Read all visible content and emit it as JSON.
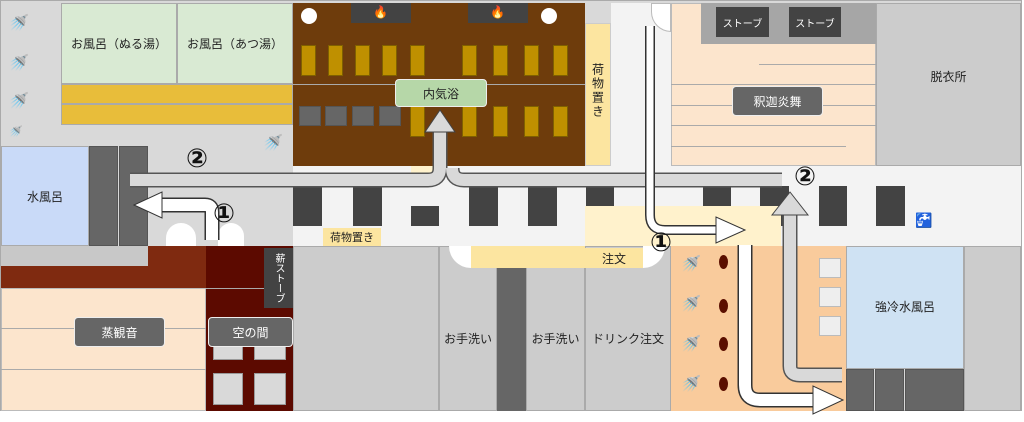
{
  "rooms": {
    "bath_lukewarm": "お風呂（ぬる湯）",
    "bath_hot": "お風呂（あつ湯）",
    "inner_rest": "内気浴",
    "luggage_vertical": "荷物置き",
    "stove1": "ストーブ",
    "stove2": "ストーブ",
    "sauna_shaka": "釈迦炎舞",
    "dressing_room": "脱衣所",
    "cold_bath": "水風呂",
    "luggage_horizontal": "荷物置き",
    "wood_stove": "薪ストーブ",
    "sauna_mushi": "蒸観音",
    "sora_room": "空の間",
    "toilet1": "お手洗い",
    "toilet2": "お手洗い",
    "drink_order": "ドリンク注文",
    "order": "注文",
    "strong_cold_bath": "強冷水風呂"
  },
  "route_labels": {
    "r1_left": "①",
    "r1_right": "①",
    "r2_left": "②",
    "r2_right": "②"
  },
  "colors": {
    "brown_room": "#6e3c0c",
    "gold_bench": "#bf9000",
    "green_bath": "#d9ead3",
    "blue_bath": "#c9daf8",
    "peach": "#fce5cd",
    "orange_shower": "#f9cb9c",
    "dark_red": "#5c0a00"
  }
}
